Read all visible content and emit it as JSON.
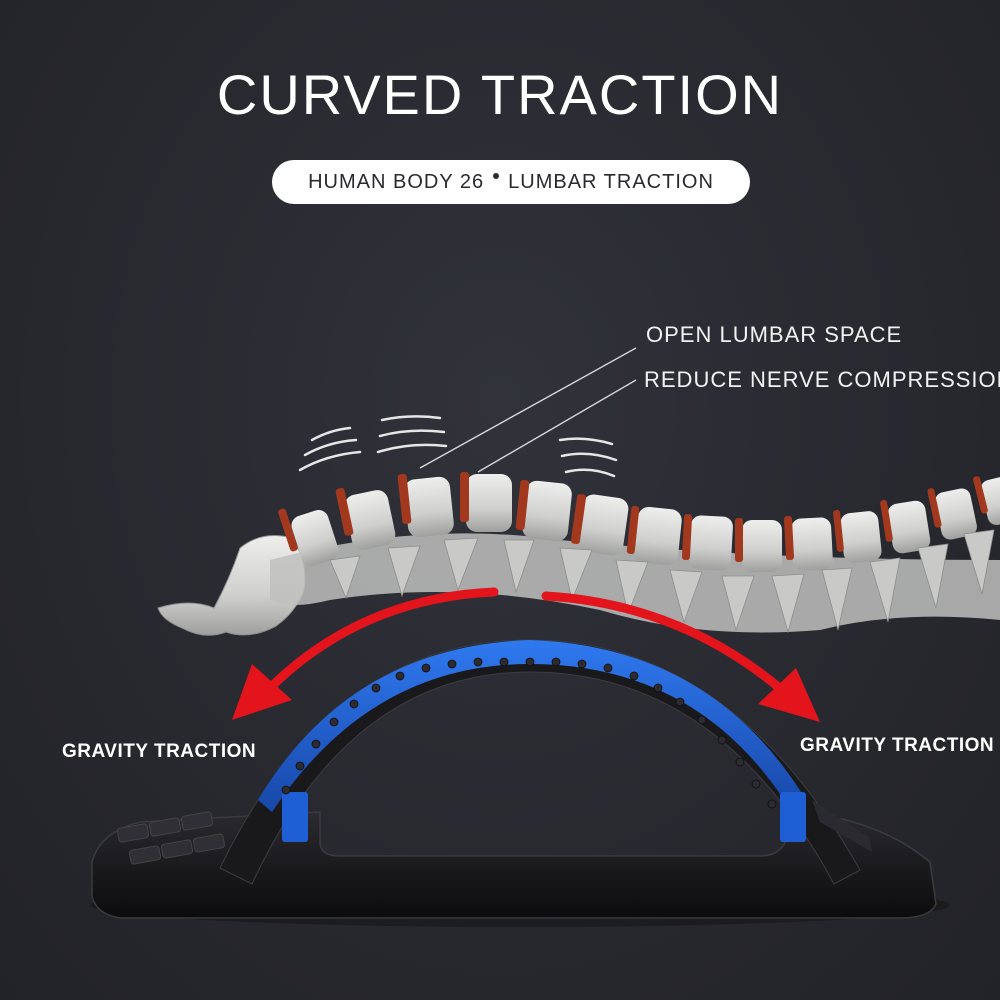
{
  "headline": "CURVED TRACTION",
  "subtitle": {
    "left": "HUMAN BODY 26",
    "right": "LUMBAR TRACTION"
  },
  "callouts": {
    "open_space": "OPEN LUMBAR SPACE",
    "reduce_compression": "REDUCE NERVE COMPRESSION"
  },
  "labels": {
    "gravity_left": "GRAVITY TRACTION",
    "gravity_right": "GRAVITY TRACTION"
  },
  "colors": {
    "background": "#292a30",
    "arrow": "#e3141b",
    "bone": "#d4d5d3",
    "disc": "#a2391f",
    "pad": "#1f5fd6",
    "base": "#141417"
  },
  "icons": [
    "motion-waves-icon",
    "arrow-left-icon",
    "arrow-right-icon"
  ]
}
